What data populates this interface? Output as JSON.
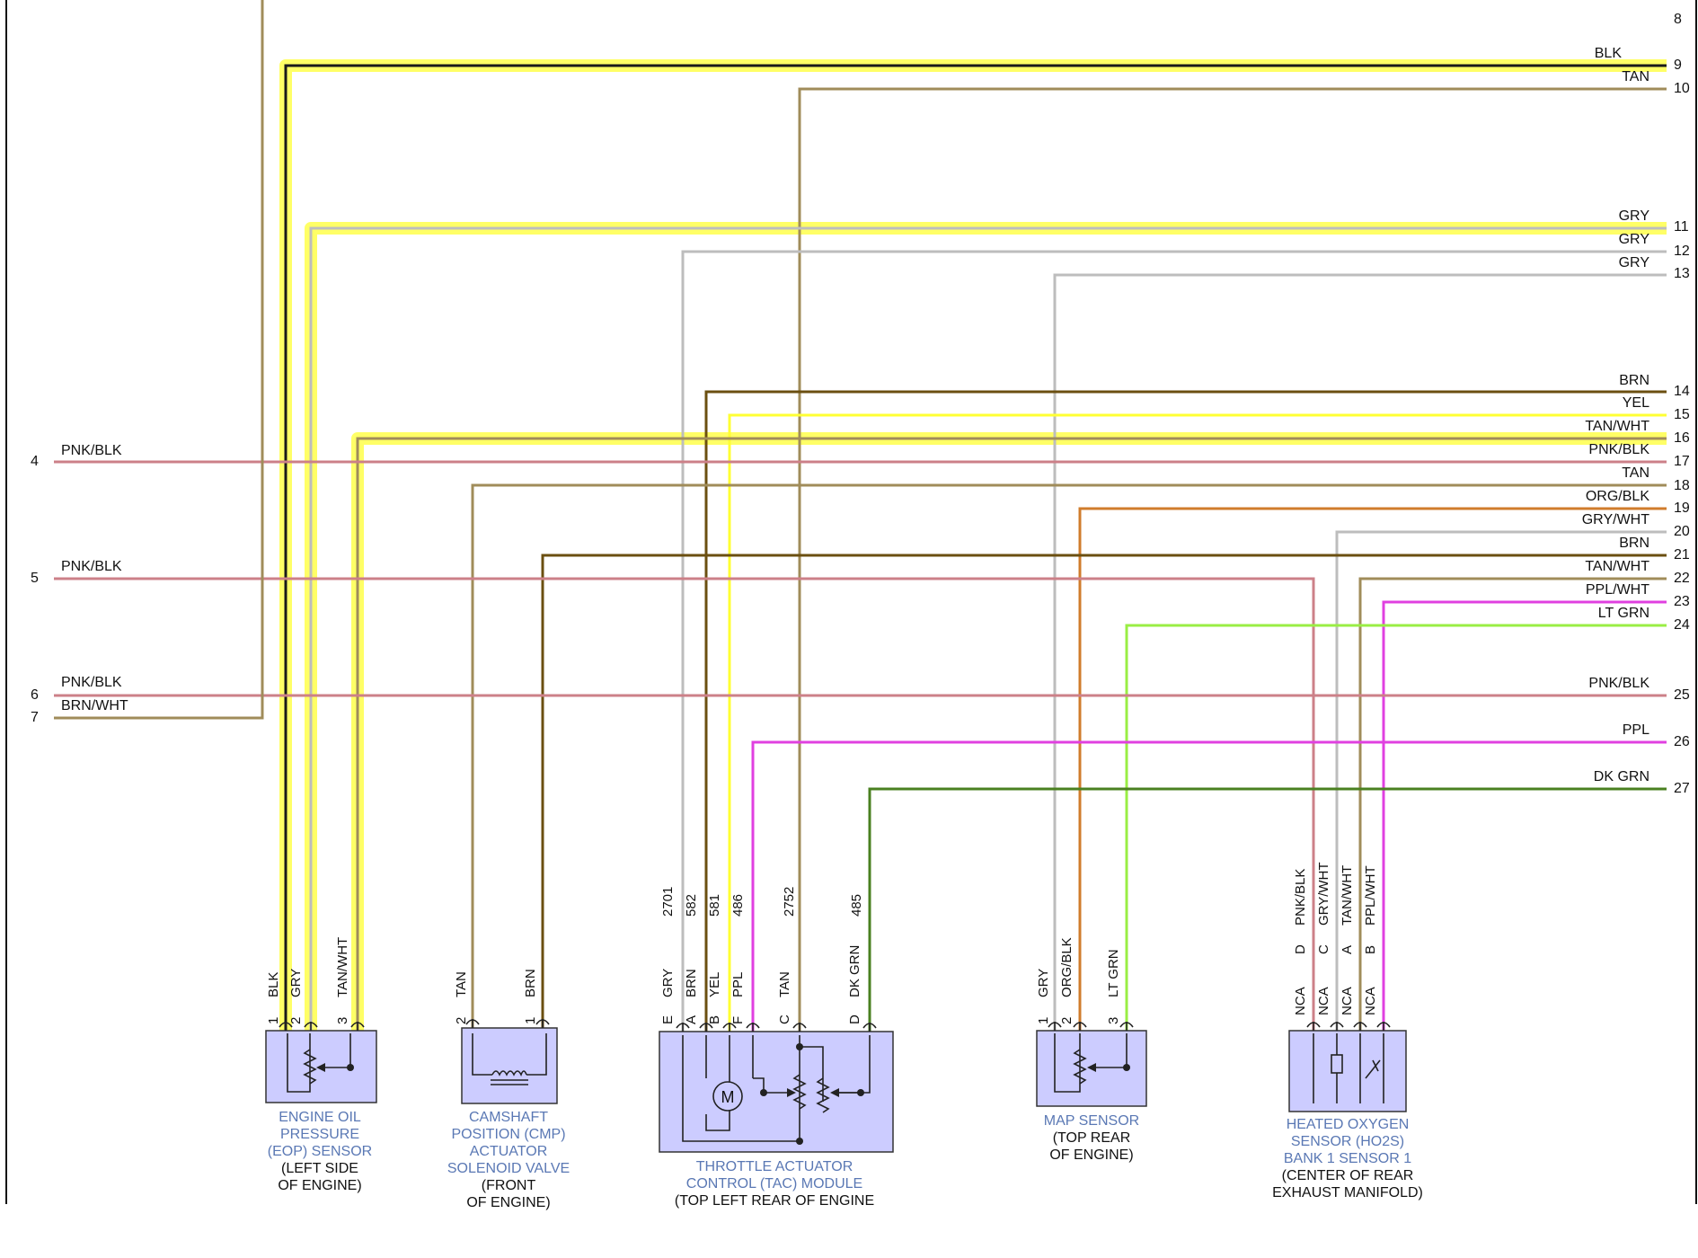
{
  "colors": {
    "highlight": "#ffff66",
    "component_fill": "#ccccff",
    "component_stroke": "#333333",
    "component_title": "#5a78b4",
    "BLK": "#1a1a1a",
    "TAN": "#a08c5a",
    "GRY": "#bdbdbd",
    "BRN": "#6b4f10",
    "YEL": "#ffff33",
    "PNK": "#cc8088",
    "ORG": "#d07c2c",
    "PPL": "#e040e0",
    "LTGRN": "#99ee44",
    "DKGRN": "#4a8020"
  },
  "connectors_left": [
    {
      "id": "L0",
      "num": "",
      "label": ""
    },
    {
      "id": "L4",
      "num": "4",
      "label": "PNK/BLK"
    },
    {
      "id": "L5",
      "num": "5",
      "label": "PNK/BLK"
    },
    {
      "id": "L6",
      "num": "6",
      "label": "PNK/BLK"
    },
    {
      "id": "L7",
      "num": "7",
      "label": "BRN/WHT"
    }
  ],
  "connectors_right": [
    {
      "id": "R8",
      "num": "8",
      "label": ""
    },
    {
      "id": "R9",
      "num": "9",
      "label": "BLK"
    },
    {
      "id": "R10",
      "num": "10",
      "label": "TAN"
    },
    {
      "id": "R11",
      "num": "11",
      "label": "GRY"
    },
    {
      "id": "R12",
      "num": "12",
      "label": "GRY"
    },
    {
      "id": "R13",
      "num": "13",
      "label": "GRY"
    },
    {
      "id": "R14",
      "num": "14",
      "label": "BRN"
    },
    {
      "id": "R15",
      "num": "15",
      "label": "YEL"
    },
    {
      "id": "R16",
      "num": "16",
      "label": "TAN/WHT"
    },
    {
      "id": "R17",
      "num": "17",
      "label": "PNK/BLK"
    },
    {
      "id": "R18",
      "num": "18",
      "label": "TAN"
    },
    {
      "id": "R19",
      "num": "19",
      "label": "ORG/BLK"
    },
    {
      "id": "R20",
      "num": "20",
      "label": "GRY/WHT"
    },
    {
      "id": "R21",
      "num": "21",
      "label": "BRN"
    },
    {
      "id": "R22",
      "num": "22",
      "label": "TAN/WHT"
    },
    {
      "id": "R23",
      "num": "23",
      "label": "PPL/WHT"
    },
    {
      "id": "R24",
      "num": "24",
      "label": "LT GRN"
    },
    {
      "id": "R25",
      "num": "25",
      "label": "PNK/BLK"
    },
    {
      "id": "R26",
      "num": "26",
      "label": "PPL"
    },
    {
      "id": "R27",
      "num": "27",
      "label": "DK GRN"
    }
  ],
  "components": [
    {
      "id": "eop",
      "title": [
        "ENGINE OIL",
        "PRESSURE",
        "(EOP) SENSOR"
      ],
      "location": [
        "(LEFT SIDE",
        "OF ENGINE)"
      ],
      "pins": [
        {
          "pin": "1",
          "wire": "BLK",
          "circuit": ""
        },
        {
          "pin": "2",
          "wire": "GRY",
          "circuit": ""
        },
        {
          "pin": "3",
          "wire": "TAN/WHT",
          "circuit": ""
        }
      ]
    },
    {
      "id": "cmp",
      "title": [
        "CAMSHAFT",
        "POSITION (CMP)",
        "ACTUATOR",
        "SOLENOID VALVE"
      ],
      "location": [
        "(FRONT",
        "OF ENGINE)"
      ],
      "pins": [
        {
          "pin": "2",
          "wire": "TAN",
          "circuit": ""
        },
        {
          "pin": "1",
          "wire": "BRN",
          "circuit": ""
        }
      ]
    },
    {
      "id": "tac",
      "title": [
        "THROTTLE ACTUATOR",
        "CONTROL (TAC) MODULE"
      ],
      "location": [
        "(TOP LEFT REAR OF ENGINE"
      ],
      "pins": [
        {
          "pin": "E",
          "wire": "GRY",
          "circuit": "2701"
        },
        {
          "pin": "A",
          "wire": "BRN",
          "circuit": "582"
        },
        {
          "pin": "B",
          "wire": "YEL",
          "circuit": "581"
        },
        {
          "pin": "F",
          "wire": "PPL",
          "circuit": "486"
        },
        {
          "pin": "C",
          "wire": "TAN",
          "circuit": "2752"
        },
        {
          "pin": "D",
          "wire": "DK GRN",
          "circuit": "485"
        }
      ],
      "motor_label": "M"
    },
    {
      "id": "map",
      "title": [
        "MAP SENSOR"
      ],
      "location": [
        "(TOP REAR",
        "OF ENGINE)"
      ],
      "pins": [
        {
          "pin": "1",
          "wire": "GRY",
          "circuit": ""
        },
        {
          "pin": "2",
          "wire": "ORG/BLK",
          "circuit": ""
        },
        {
          "pin": "3",
          "wire": "LT GRN",
          "circuit": ""
        }
      ]
    },
    {
      "id": "ho2s",
      "title": [
        "HEATED OXYGEN",
        "SENSOR (HO2S)",
        "BANK 1 SENSOR 1"
      ],
      "location": [
        "(CENTER OF REAR",
        "EXHAUST MANIFOLD)"
      ],
      "pins": [
        {
          "pin": "D",
          "wire": "PNK/BLK",
          "circuit": "",
          "nca": "NCA"
        },
        {
          "pin": "C",
          "wire": "GRY/WHT",
          "circuit": "",
          "nca": "NCA"
        },
        {
          "pin": "A",
          "wire": "TAN/WHT",
          "circuit": "",
          "nca": "NCA"
        },
        {
          "pin": "B",
          "wire": "PPL/WHT",
          "circuit": "",
          "nca": "NCA"
        }
      ]
    }
  ]
}
